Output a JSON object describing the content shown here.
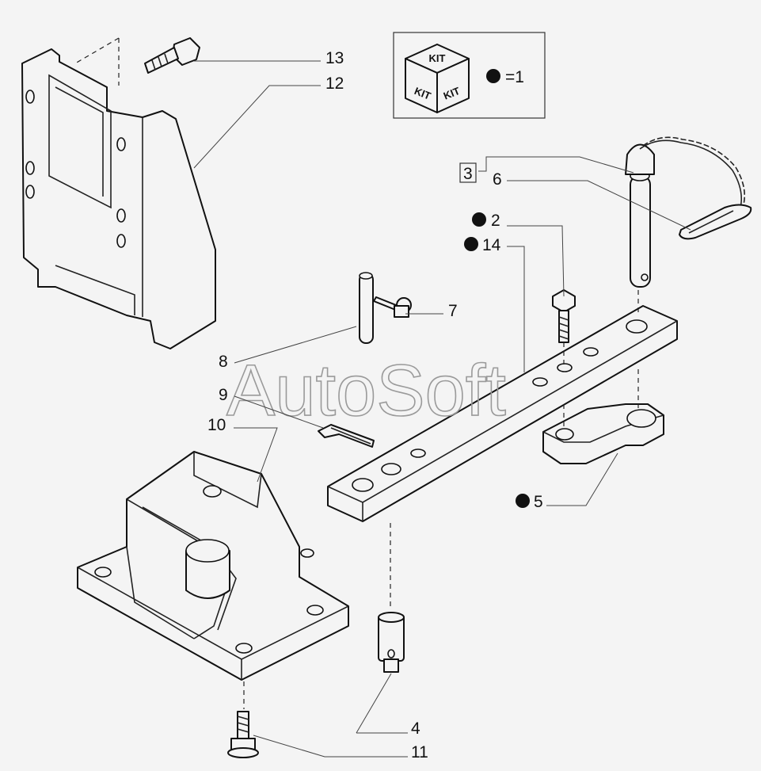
{
  "kit_legend": {
    "cube_labels": [
      "KIT",
      "KIT",
      "KIT"
    ],
    "dot_equals": "=1"
  },
  "callouts": {
    "c13": "13",
    "c12": "12",
    "c7": "7",
    "c8": "8",
    "c9": "9",
    "c10": "10",
    "c3": "3",
    "c6": "6",
    "c2": "2",
    "c14": "14",
    "c5": "5",
    "c4": "4",
    "c11": "11"
  },
  "watermark": "AutoSoft",
  "colors": {
    "background": "#f4f4f4",
    "line": "#111111",
    "watermark": "#9a9a9a"
  }
}
